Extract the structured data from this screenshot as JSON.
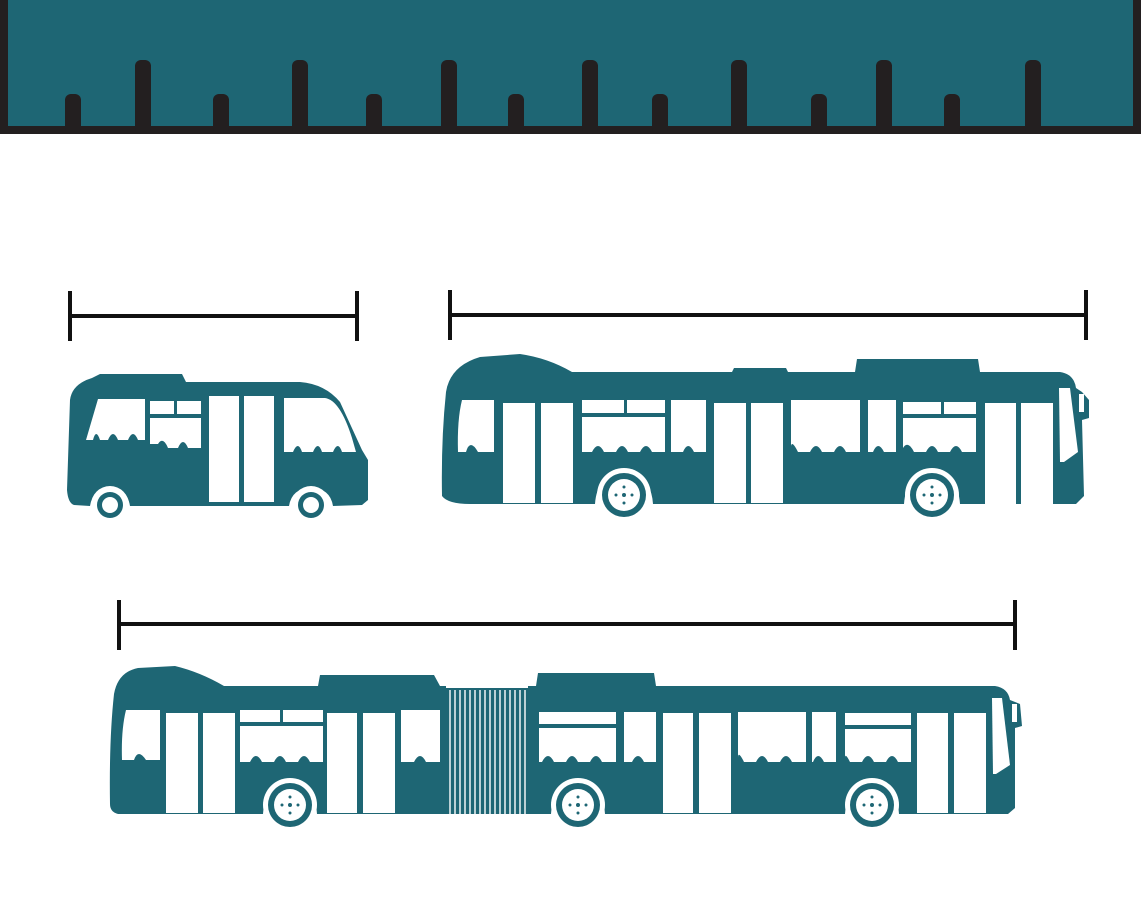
{
  "colors": {
    "vehicle": "#1e6674",
    "ruler": "#1e6674",
    "outline": "#231f20",
    "window": "#ffffff",
    "background": "#ffffff"
  },
  "ruler": {
    "tick_pattern": [
      "short",
      "long",
      "short",
      "long",
      "short",
      "long",
      "short",
      "long",
      "short",
      "long",
      "short",
      "long",
      "short",
      "long"
    ]
  },
  "vehicles": [
    {
      "id": "minibus",
      "icon": "minibus-icon"
    },
    {
      "id": "standard-bus",
      "icon": "city-bus-icon"
    },
    {
      "id": "articulated-bus",
      "icon": "articulated-bus-icon"
    }
  ]
}
